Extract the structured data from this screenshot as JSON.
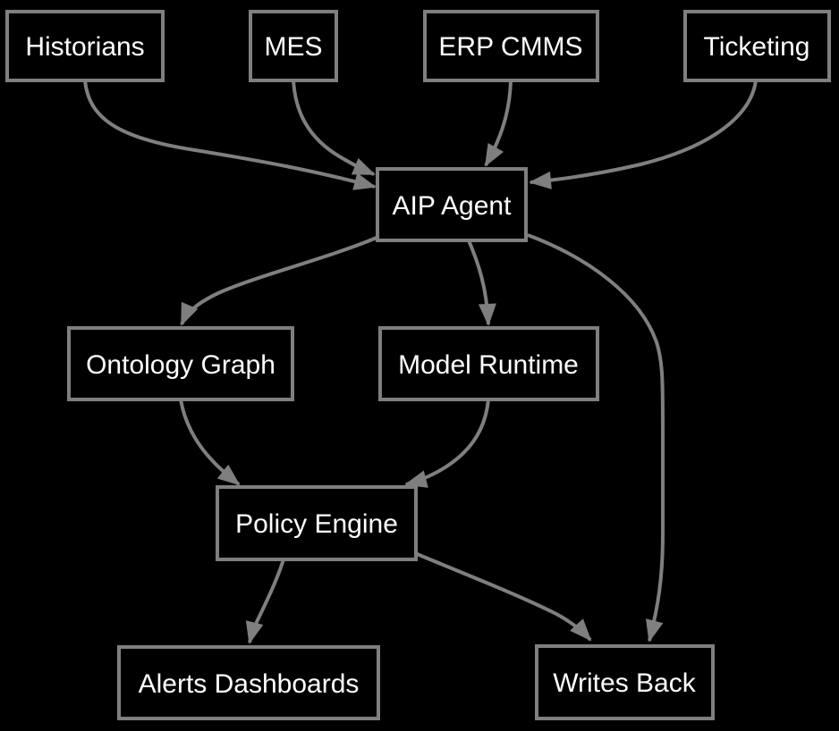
{
  "diagram": {
    "type": "flowchart",
    "background_color": "#000000",
    "node_border_color": "#7f7f7f",
    "node_fill_color": "#000000",
    "edge_color": "#7f7f7f",
    "text_color": "#ffffff",
    "nodes": {
      "historians": {
        "label": "Historians"
      },
      "mes": {
        "label": "MES"
      },
      "erp_cmms": {
        "label": "ERP CMMS"
      },
      "ticketing": {
        "label": "Ticketing"
      },
      "aip_agent": {
        "label": "AIP Agent"
      },
      "ontology_graph": {
        "label": "Ontology Graph"
      },
      "model_runtime": {
        "label": "Model Runtime"
      },
      "policy_engine": {
        "label": "Policy Engine"
      },
      "alerts_dashboards": {
        "label": "Alerts Dashboards"
      },
      "writes_back": {
        "label": "Writes Back"
      }
    },
    "edges": [
      {
        "from": "Historians",
        "to": "AIP Agent"
      },
      {
        "from": "MES",
        "to": "AIP Agent"
      },
      {
        "from": "ERP CMMS",
        "to": "AIP Agent"
      },
      {
        "from": "Ticketing",
        "to": "AIP Agent"
      },
      {
        "from": "AIP Agent",
        "to": "Ontology Graph"
      },
      {
        "from": "AIP Agent",
        "to": "Model Runtime"
      },
      {
        "from": "AIP Agent",
        "to": "Writes Back"
      },
      {
        "from": "Ontology Graph",
        "to": "Policy Engine"
      },
      {
        "from": "Model Runtime",
        "to": "Policy Engine"
      },
      {
        "from": "Policy Engine",
        "to": "Alerts Dashboards"
      },
      {
        "from": "Policy Engine",
        "to": "Writes Back"
      }
    ]
  }
}
